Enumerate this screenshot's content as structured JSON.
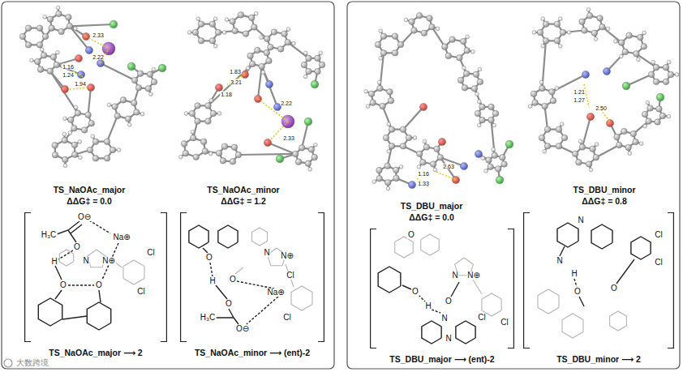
{
  "diagram": {
    "nodes": [
      {
        "text": [
          "TS_NaOAc_major ⟶ 2"
        ]
      },
      {
        "text": [
          "TS_NaOAc_minor ⟶ (ent)-2"
        ]
      },
      {
        "text": [
          "TS_DBU_major ⟶ (ent)-2"
        ]
      },
      {
        "text": [
          "TS_DBU_minor ⟶ 2"
        ]
      }
    ],
    "labels": [
      "TS_NaOAc_major",
      "ΔΔG‡ = 0.0",
      "TS_NaOAc_minor",
      "ΔΔG‡ = 1.2",
      "TS_DBU_major",
      "ΔΔG‡ = 0.0",
      "TS_DBU_minor",
      "ΔΔG‡ = 0.8",
      "2.33",
      "2.22",
      "1.16",
      "1.24",
      "1.94",
      "1.83",
      "3.21",
      "1.18",
      "2.22",
      "2.33",
      "2.63",
      "1.16",
      "1.33",
      "1.21",
      "1.27",
      "2.50",
      "O⊖",
      "H₃C",
      "O",
      "Na⊕",
      "H",
      "N",
      "N⊕",
      "Cl",
      "Cl",
      "O",
      "O",
      "O",
      "H",
      "O",
      "Na⊕",
      "H₃C",
      "O",
      "O⊖",
      "Cl",
      "Cl",
      "N",
      "N⊕",
      "O",
      "O",
      "H",
      "O",
      "N",
      "N⊕",
      "Cl",
      "Cl",
      "N",
      "N",
      "N",
      "N",
      "H",
      "O",
      "Cl",
      "Cl",
      "O",
      "大数跨境"
    ]
  }
}
